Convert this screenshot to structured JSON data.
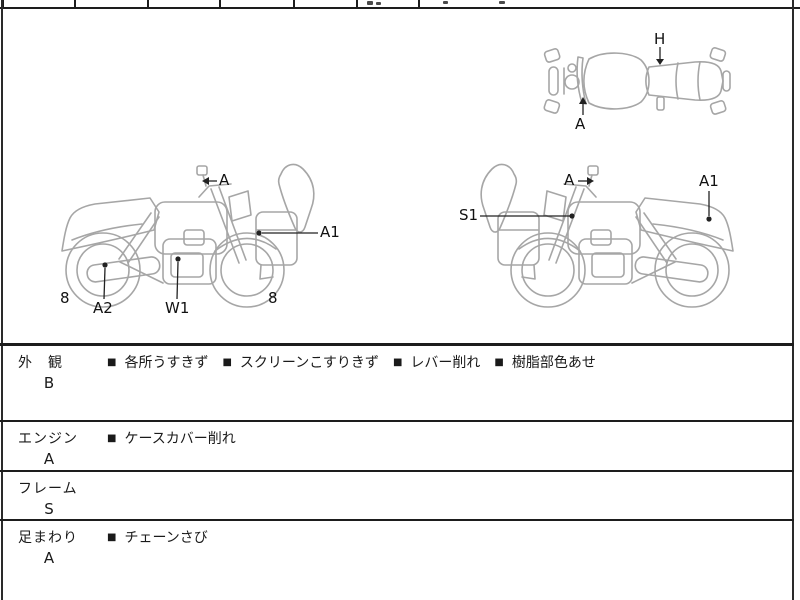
{
  "sheet": {
    "condition_table": {
      "bullet": "■",
      "rows": [
        {
          "category": "外　観",
          "grade": "B",
          "items": [
            "各所うすきず",
            "スクリーンこすりきず",
            "レバー削れ",
            "樹脂部色あせ"
          ]
        },
        {
          "category": "エンジン",
          "grade": "A",
          "items": [
            "ケースカバー削れ"
          ]
        },
        {
          "category": "フレーム",
          "grade": "S",
          "items": []
        },
        {
          "category": "足まわり",
          "grade": "A",
          "items": [
            "チェーンさび"
          ]
        }
      ]
    },
    "diagram": {
      "top_view_labels": {
        "h": "H",
        "a": "A"
      },
      "left_view_labels": {
        "a": "A",
        "a1": "A1",
        "a2": "A2",
        "w1": "W1",
        "rear_wheel_grade": "8",
        "front_wheel_grade": "8"
      },
      "right_view_labels": {
        "s1": "S1",
        "a": "A",
        "a1": "A1"
      }
    },
    "colors": {
      "line_art": "#a6a6a6",
      "ink": "#1a1a1a"
    }
  }
}
